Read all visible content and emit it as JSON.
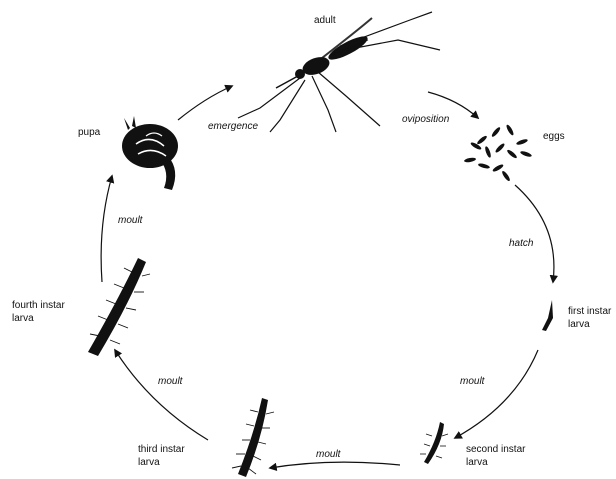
{
  "stages": {
    "adult": "adult",
    "eggs": "eggs",
    "first_instar": "first instar\nlarva",
    "second_instar": "second instar\nlarva",
    "third_instar": "third instar\nlarva",
    "fourth_instar": "fourth instar\nlarva",
    "pupa": "pupa"
  },
  "transitions": {
    "oviposition": "oviposition",
    "hatch": "hatch",
    "moult_1_2": "moult",
    "moult_2_3": "moult",
    "moult_3_4": "moult",
    "moult_4_pupa": "moult",
    "emergence": "emergence"
  },
  "colors": {
    "ink": "#111111",
    "background": "#ffffff"
  }
}
